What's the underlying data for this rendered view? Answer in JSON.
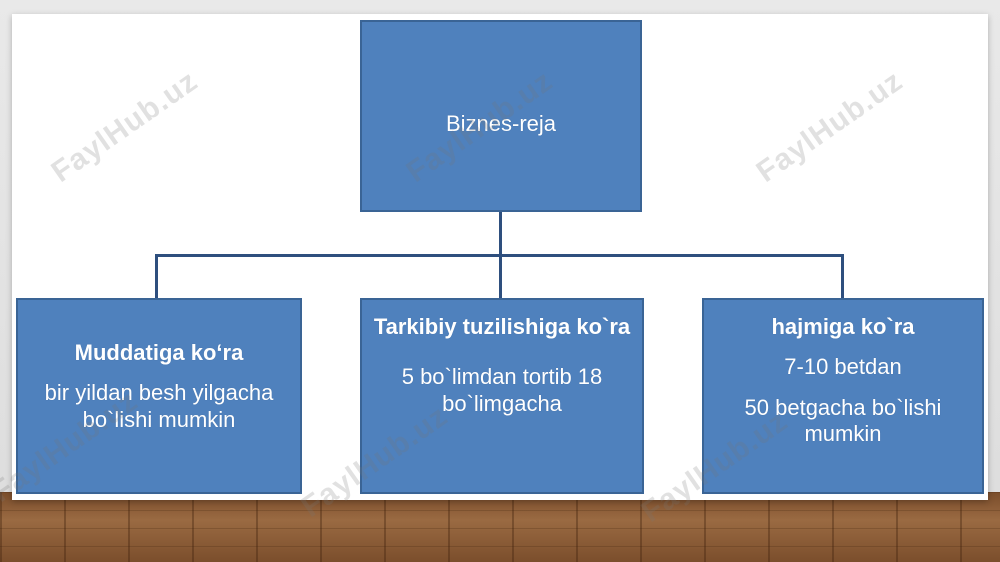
{
  "diagram": {
    "root": {
      "label": "Biznes-reja"
    },
    "children": [
      {
        "heading": "Muddatiga ko‘ra",
        "lines": [
          "bir yildan  besh yilgacha",
          "bo`lishi mumkin"
        ]
      },
      {
        "heading": "Tarkibiy tuzilishiga ko`ra",
        "lines": [
          "5 bo`limdan tortib 18",
          "bo`limgacha"
        ]
      },
      {
        "heading": "hajmiga ko`ra",
        "lines": [
          "7-10 betdan",
          "50 betgacha bo`lishi",
          "mumkin"
        ]
      }
    ]
  },
  "watermark": {
    "text": "FaylHub.uz"
  },
  "colors": {
    "box_fill": "#4f81bd",
    "box_border": "#3a6495",
    "connector": "#2e4f7e"
  }
}
